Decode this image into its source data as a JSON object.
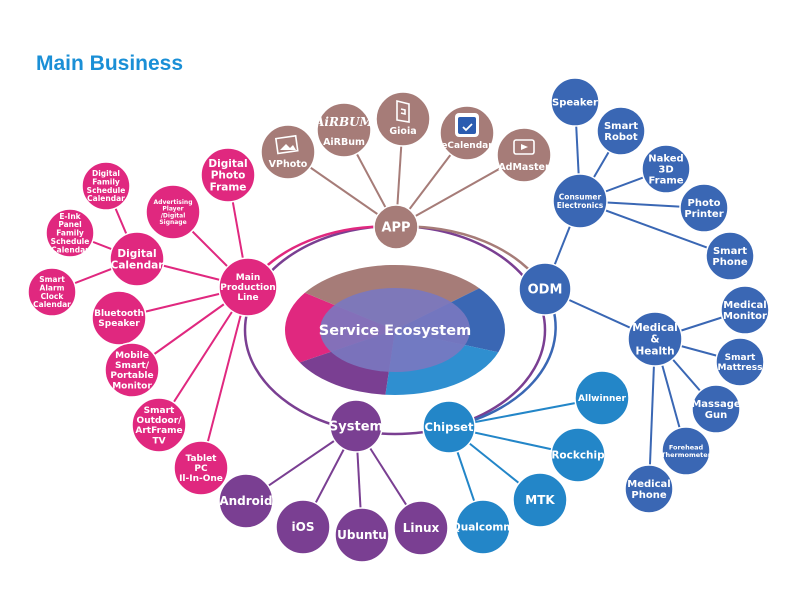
{
  "title": "Main Business",
  "center": {
    "label": "Service Ecosystem"
  },
  "colors": {
    "app": "#a67c78",
    "odm": "#3a67b4",
    "chipset": "#2386c8",
    "system": "#7a3f92",
    "main": "#e0287f",
    "title": "#1a8fd6"
  },
  "hubs": [
    {
      "id": "app",
      "label": "APP",
      "color_key": "app",
      "children": [
        {
          "label": "VPhoto",
          "icon": "photo-icon"
        },
        {
          "label": "AiRBum",
          "icon": "airbum-logo"
        },
        {
          "label": "Gioia",
          "icon": "gioia-logo"
        },
        {
          "label": "eCalendar",
          "icon": "calendar-check-icon"
        },
        {
          "label": "AdMaster",
          "icon": "play-icon"
        }
      ]
    },
    {
      "id": "odm",
      "label": "ODM",
      "color_key": "odm",
      "children": [
        {
          "label": "Consumer Electronics",
          "children": [
            "Speaker",
            "Smart Robot",
            "Naked 3D Frame",
            "Photo Printer",
            "Smart Phone"
          ]
        },
        {
          "label": "Medical & Health",
          "children": [
            "Medical Monitor",
            "Smart Mattress",
            "Massage Gun",
            "Forehead Thermometer",
            "Medical Phone"
          ]
        }
      ]
    },
    {
      "id": "chipset",
      "label": "Chipset",
      "color_key": "chipset",
      "children": [
        {
          "label": "Allwinner"
        },
        {
          "label": "Rockchip"
        },
        {
          "label": "MTK"
        },
        {
          "label": "Qualcomm"
        }
      ]
    },
    {
      "id": "system",
      "label": "System",
      "color_key": "system",
      "children": [
        {
          "label": "Android"
        },
        {
          "label": "iOS"
        },
        {
          "label": "Ubuntu"
        },
        {
          "label": "Linux"
        }
      ]
    },
    {
      "id": "main",
      "label": "Main Production Line",
      "color_key": "main",
      "children": [
        {
          "label": "Digital Photo Frame"
        },
        {
          "label": "Advertising Player /Digital Signage"
        },
        {
          "label": "Digital Calendar",
          "children": [
            "Digital Family Schedule Calendar",
            "E-Ink Panel Family Schedule Calendar",
            "Smart Alarm Clock Calendar"
          ]
        },
        {
          "label": "Bluetooth Speaker"
        },
        {
          "label": "Mobile Smart/ Portable Monitor"
        },
        {
          "label": "Smart Outdoor/ ArtFrame TV"
        },
        {
          "label": "Tablet PC Il-In-One"
        }
      ]
    }
  ]
}
